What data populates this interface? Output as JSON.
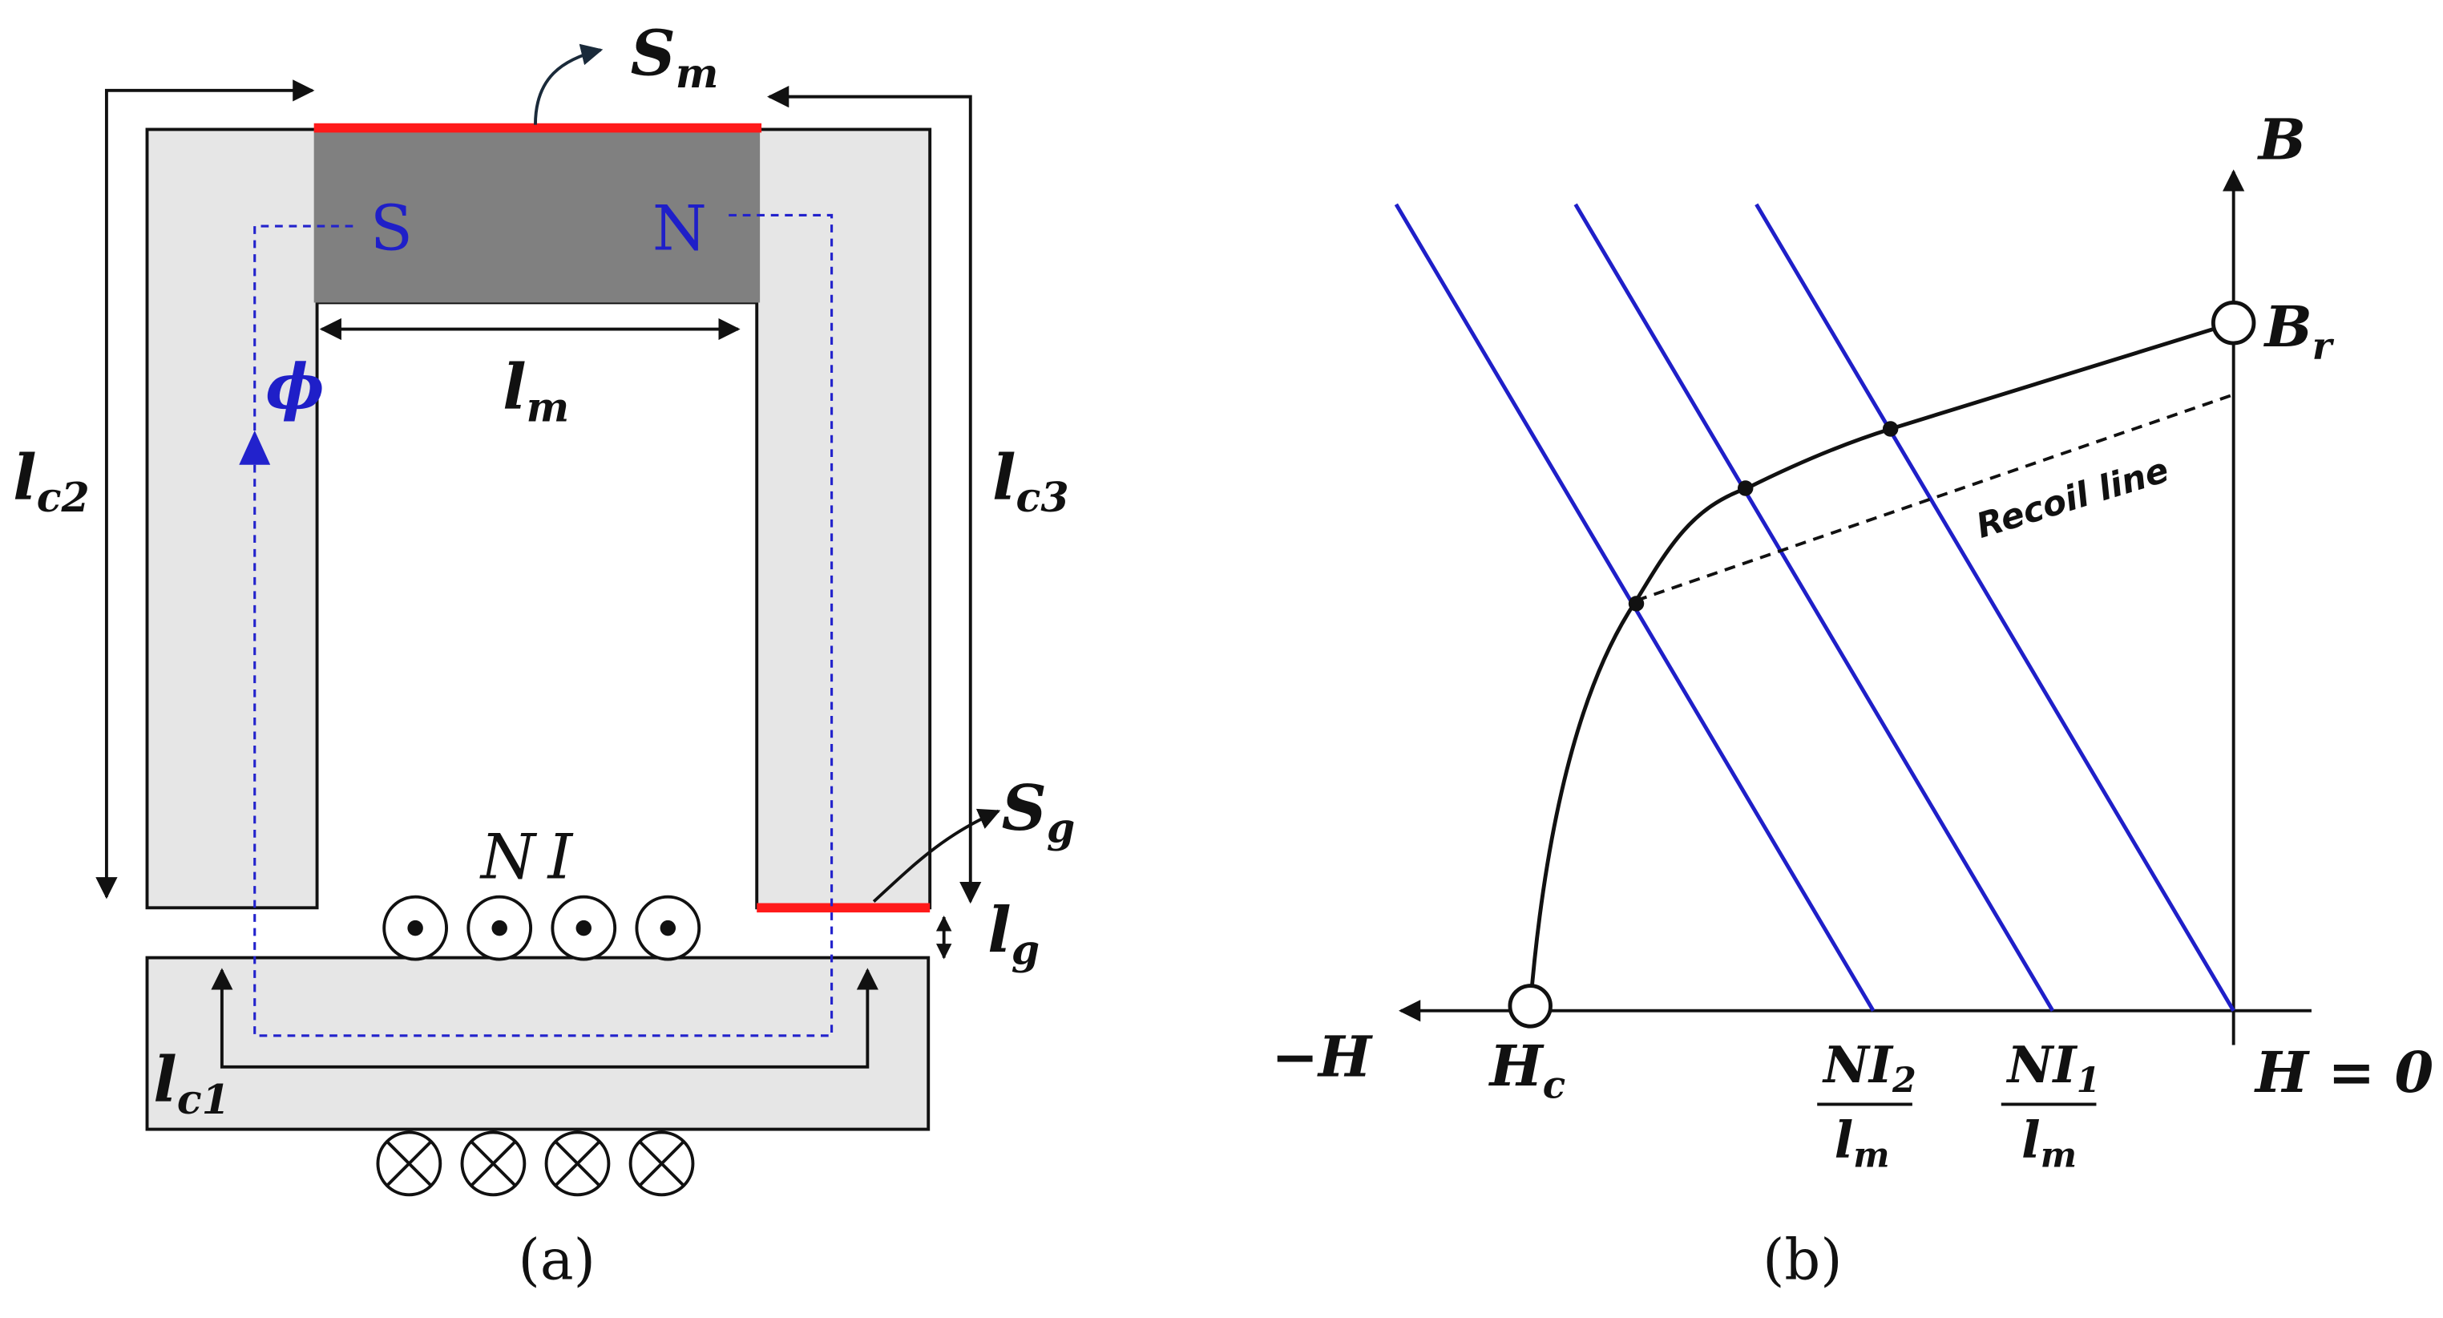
{
  "panel_a": {
    "caption": "(a)",
    "magnet": {
      "south": "S",
      "north": "N"
    },
    "flux": "ϕ",
    "coil": "NI",
    "labels": {
      "sm": {
        "main": "S",
        "sub": "m"
      },
      "sg": {
        "main": "S",
        "sub": "g"
      },
      "lm": {
        "main": "l",
        "sub": "m"
      },
      "lg": {
        "main": "l",
        "sub": "g"
      },
      "lc1": {
        "main": "l",
        "sub": "c1"
      },
      "lc2": {
        "main": "l",
        "sub": "c2"
      },
      "lc3": {
        "main": "l",
        "sub": "c3"
      }
    },
    "colors": {
      "core": "#e6e6e6",
      "magnet": "#808080",
      "surface": "#ff1a1a",
      "flux_path": "#2222cc"
    }
  },
  "panel_b": {
    "caption": "(b)",
    "axis_y": "B",
    "axis_x_neg": "−H",
    "axis_origin": "H = 0",
    "br": {
      "main": "B",
      "sub": "r"
    },
    "hc": {
      "main": "H",
      "sub": "c"
    },
    "recoil": "Recoil line",
    "ni2": {
      "num": "NI",
      "num_sub": "2",
      "den": "l",
      "den_sub": "m"
    },
    "ni1": {
      "num": "NI",
      "num_sub": "1",
      "den": "l",
      "den_sub": "m"
    },
    "colors": {
      "load_lines": "#1f1fc8",
      "curve": "#111111"
    }
  }
}
